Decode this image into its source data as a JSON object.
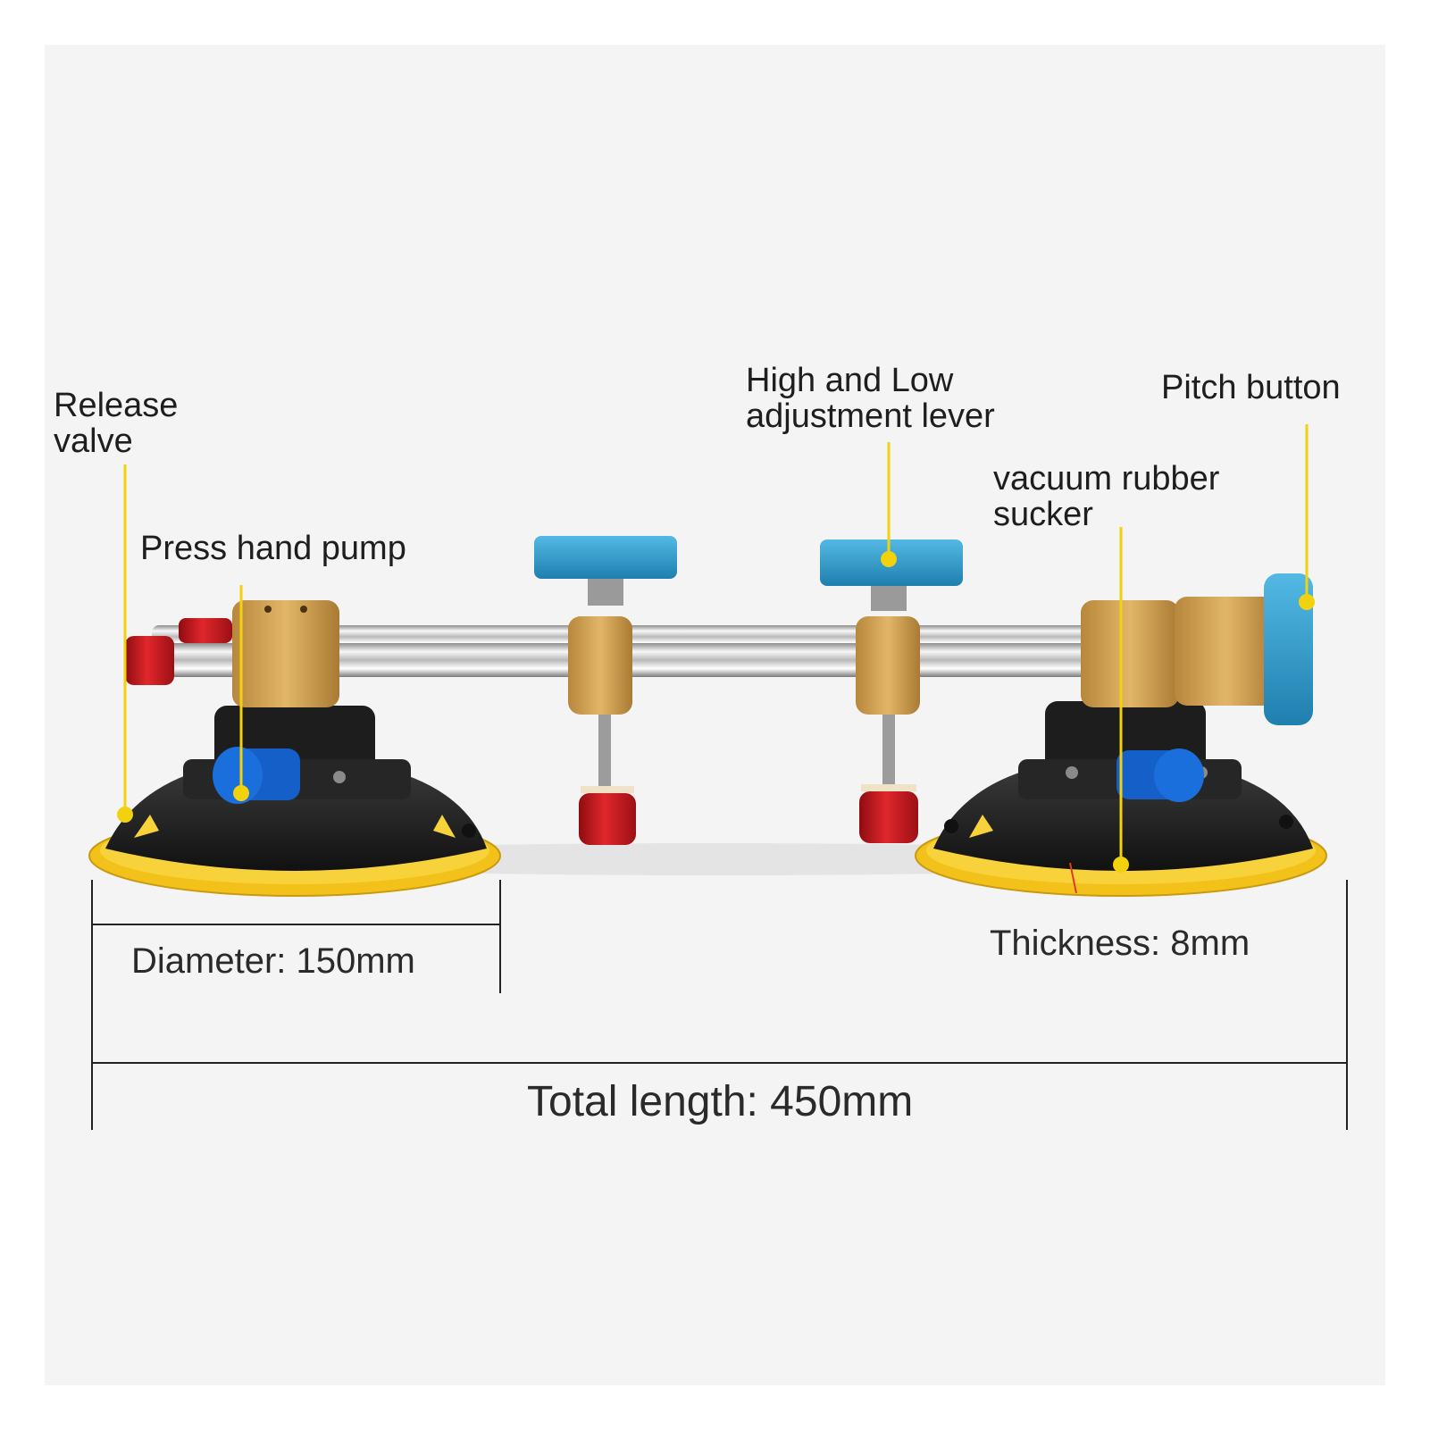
{
  "callouts": {
    "release_valve": [
      "Release",
      "valve"
    ],
    "press_hand_pump": "Press hand pump",
    "height_lever": [
      "High and Low",
      "adjustment lever"
    ],
    "pitch_button": "Pitch button",
    "rubber_sucker": [
      "vacuum rubber",
      "sucker"
    ]
  },
  "dimensions": {
    "diameter": "Diameter: 150mm",
    "thickness": "Thickness: 8mm",
    "total_length": "Total length: 450mm"
  },
  "colors": {
    "background": "#f4f4f4",
    "callout_line": "#f2d10f",
    "rubber_base": "#1c1c1c",
    "yellow_rim": "#f2c21a",
    "gold_clamp": "#d2a254",
    "blue_knob": "#2f9ecf",
    "red_cap": "#c8151b",
    "pump_blue": "#1460c8",
    "chrome_bar": "#d6d6d6"
  }
}
